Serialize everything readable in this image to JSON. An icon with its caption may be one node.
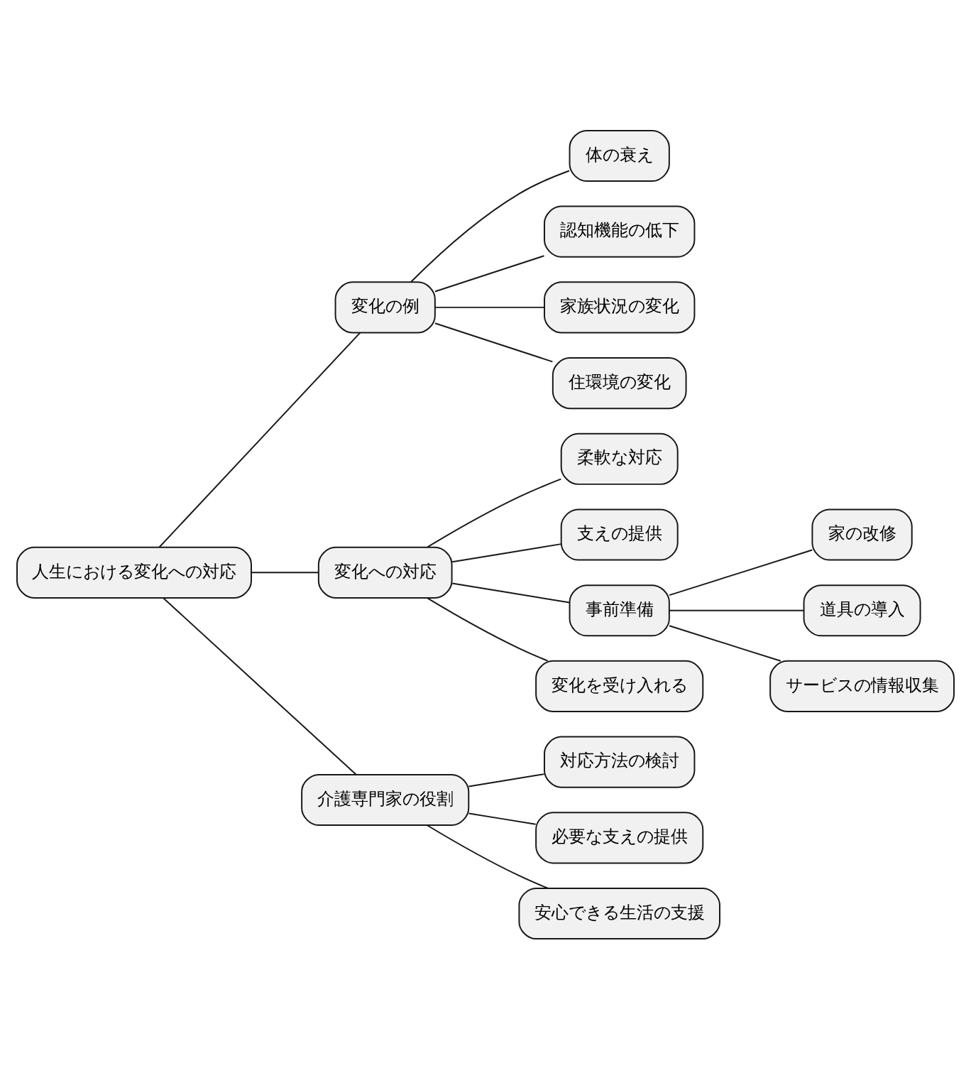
{
  "diagram": {
    "nodes": [
      {
        "text": [
          "人生における変化への対応"
        ]
      },
      {
        "text": [
          "変化の例"
        ]
      },
      {
        "text": [
          "体の衰え"
        ]
      },
      {
        "text": [
          "認知機能の低下"
        ]
      },
      {
        "text": [
          "家族状況の変化"
        ]
      },
      {
        "text": [
          "住環境の変化"
        ]
      },
      {
        "text": [
          "変化への対応"
        ]
      },
      {
        "text": [
          "柔軟な対応"
        ]
      },
      {
        "text": [
          "支えの提供"
        ]
      },
      {
        "text": [
          "事前準備"
        ]
      },
      {
        "text": [
          "家の改修"
        ]
      },
      {
        "text": [
          "道具の導入"
        ]
      },
      {
        "text": [
          "サービスの情報収集"
        ]
      },
      {
        "text": [
          "変化を受け入れる"
        ]
      },
      {
        "text": [
          "介護専門家の役割"
        ]
      },
      {
        "text": [
          "対応方法の検討"
        ]
      },
      {
        "text": [
          "必要な支えの提供"
        ]
      },
      {
        "text": [
          "安心できる生活の支援"
        ]
      }
    ],
    "edges": [
      {
        "from": 0,
        "to": 1,
        "arrow": "none"
      },
      {
        "from": 1,
        "to": 2,
        "arrow": "none"
      },
      {
        "from": 1,
        "to": 3,
        "arrow": "none"
      },
      {
        "from": 1,
        "to": 4,
        "arrow": "none"
      },
      {
        "from": 1,
        "to": 5,
        "arrow": "none"
      },
      {
        "from": 0,
        "to": 6,
        "arrow": "none"
      },
      {
        "from": 6,
        "to": 7,
        "arrow": "none"
      },
      {
        "from": 6,
        "to": 8,
        "arrow": "none"
      },
      {
        "from": 6,
        "to": 9,
        "arrow": "none"
      },
      {
        "from": 9,
        "to": 10,
        "arrow": "none"
      },
      {
        "from": 9,
        "to": 11,
        "arrow": "none"
      },
      {
        "from": 9,
        "to": 12,
        "arrow": "none"
      },
      {
        "from": 6,
        "to": 13,
        "arrow": "none"
      },
      {
        "from": 0,
        "to": 14,
        "arrow": "none"
      },
      {
        "from": 14,
        "to": 15,
        "arrow": "none"
      },
      {
        "from": 14,
        "to": 16,
        "arrow": "none"
      },
      {
        "from": 14,
        "to": 17,
        "arrow": "none"
      }
    ]
  }
}
